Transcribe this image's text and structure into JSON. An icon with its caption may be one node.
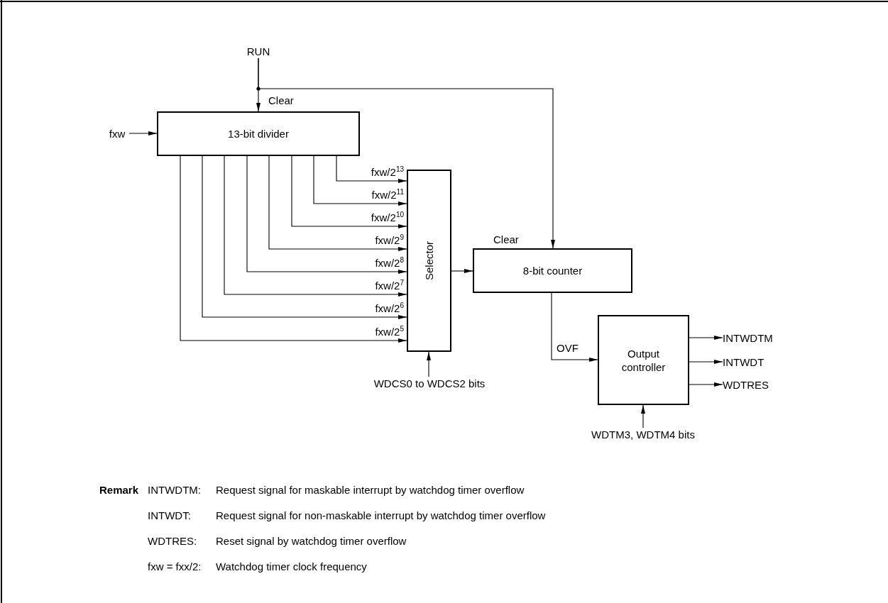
{
  "diagram": {
    "nodes": [
      {
        "text": [
          "RUN"
        ]
      },
      {
        "text": [
          "13-bit divider"
        ],
        "beside": [
          "Clear"
        ]
      },
      {
        "text": [
          "fxw"
        ]
      },
      {
        "text": [
          "Selector"
        ]
      },
      {
        "text": [
          "8-bit counter"
        ],
        "beside": [
          "Clear"
        ]
      },
      {
        "text": [
          "Output controller"
        ]
      },
      {
        "text": [
          "WDCS0 to WDCS2 bits"
        ]
      },
      {
        "text": [
          "WDTM3, WDTM4 bits"
        ]
      },
      {
        "text": [
          "INTWDTM"
        ]
      },
      {
        "text": [
          "INTWDT"
        ]
      },
      {
        "text": [
          "WDTRES"
        ]
      }
    ],
    "edges": [
      {
        "from": 0,
        "to": 1,
        "arrow": "to"
      },
      {
        "from": 0,
        "to": 4,
        "arrow": "to"
      },
      {
        "from": 2,
        "to": 1,
        "arrow": "to"
      },
      {
        "from": 1,
        "to": 3,
        "arrow": "to",
        "label": "fxw/2$^{13}$"
      },
      {
        "from": 1,
        "to": 3,
        "arrow": "to",
        "label": "fxw/2$^{11}$"
      },
      {
        "from": 1,
        "to": 3,
        "arrow": "to",
        "label": "fxw/2$^{10}$"
      },
      {
        "from": 1,
        "to": 3,
        "arrow": "to",
        "label": "fxw/2$^{9}$"
      },
      {
        "from": 1,
        "to": 3,
        "arrow": "to",
        "label": "fxw/2$^{8}$"
      },
      {
        "from": 1,
        "to": 3,
        "arrow": "to",
        "label": "fxw/2$^{7}$"
      },
      {
        "from": 1,
        "to": 3,
        "arrow": "to",
        "label": "fxw/2$^{6}$"
      },
      {
        "from": 1,
        "to": 3,
        "arrow": "to",
        "label": "fxw/2$^{5}$"
      },
      {
        "from": 3,
        "to": 4,
        "arrow": "to"
      },
      {
        "from": 4,
        "to": 5,
        "arrow": "to",
        "label": "OVF"
      },
      {
        "from": 6,
        "to": 3,
        "arrow": "to"
      },
      {
        "from": 7,
        "to": 5,
        "arrow": "to"
      },
      {
        "from": 5,
        "to": 8,
        "arrow": "to"
      },
      {
        "from": 5,
        "to": 9,
        "arrow": "to"
      },
      {
        "from": 5,
        "to": 10,
        "arrow": "to"
      }
    ],
    "labels": [
      "Remark",
      "INTWDTM:",
      "Request signal for maskable interrupt by watchdog timer overflow",
      "INTWDT:",
      "Request signal for non-maskable interrupt by watchdog timer overflow",
      "WDTRES:",
      "Reset signal by watchdog timer overflow",
      "fxw = fxx/2:",
      "Watchdog timer clock frequency"
    ]
  }
}
